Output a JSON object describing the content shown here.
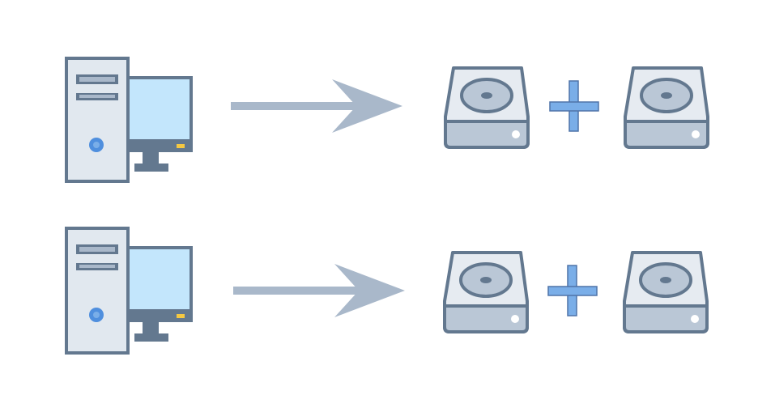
{
  "colors": {
    "outline": "#63788f",
    "case_fill": "#e1e8ef",
    "screen_fill": "#c3e6fc",
    "power_button": "#4f8fde",
    "screen_led": "#f5c842",
    "arrow": "#a9b8ca",
    "drive_top": "#e6ebf1",
    "drive_bottom": "#bac7d6",
    "plus": "#7aaee8"
  },
  "icons": {
    "source": "desktop-computer-icon",
    "target": "hard-drive-icon",
    "connector": "arrow-right-icon",
    "combine": "plus-icon"
  },
  "rows": [
    {
      "id": "row-1",
      "source": "computer",
      "targets": [
        "hard-drive",
        "hard-drive"
      ]
    },
    {
      "id": "row-2",
      "source": "computer",
      "targets": [
        "hard-drive",
        "hard-drive"
      ]
    }
  ]
}
